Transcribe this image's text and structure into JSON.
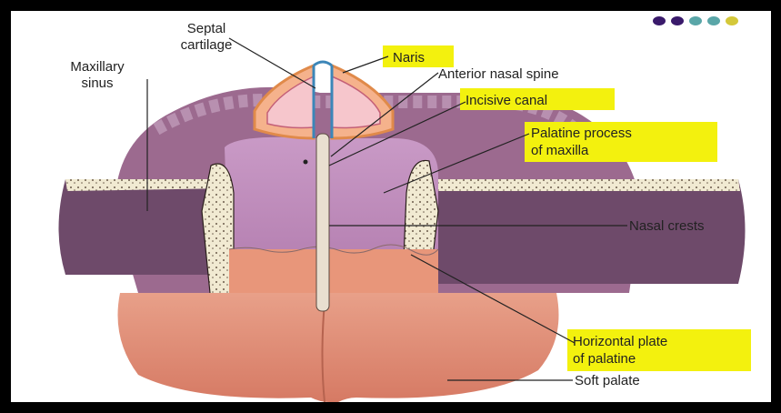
{
  "labels": {
    "septal_cartilage_1": "Septal",
    "septal_cartilage_2": "cartilage",
    "maxillary_sinus_1": "Maxillary",
    "maxillary_sinus_2": "sinus",
    "naris": "Naris",
    "anterior_nasal_spine": "Anterior nasal spine",
    "incisive_canal": "Incisive canal",
    "palatine_process_1": "Palatine process",
    "palatine_process_2": "of maxilla",
    "nasal_crests": "Nasal crests",
    "horizontal_plate_1": "Horizontal plate",
    "horizontal_plate_2": "of palatine",
    "soft_palate": "Soft palate"
  },
  "highlight_color": "#f3f10e",
  "nav_dot_colors": [
    "#3a1a6b",
    "#3a1a6b",
    "#5aa6a8",
    "#5aa6a8",
    "#d4c83a"
  ]
}
